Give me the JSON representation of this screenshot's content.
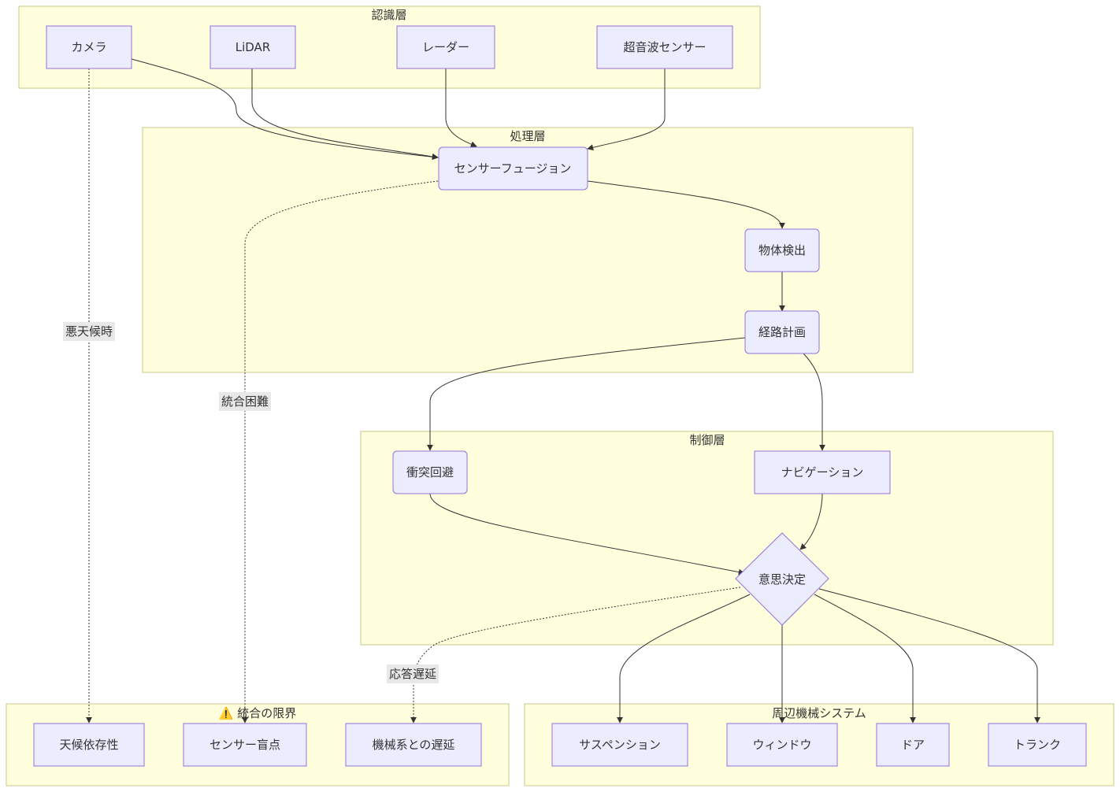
{
  "clusters": {
    "perception": "認識層",
    "processing": "処理層",
    "control": "制御層",
    "limits": "⚠️ 統合の限界",
    "peripheral": "周辺機械システム"
  },
  "nodes": {
    "camera": "カメラ",
    "lidar": "LiDAR",
    "radar": "レーダー",
    "ultrasonic": "超音波センサー",
    "fusion": "センサーフュージョン",
    "detection": "物体検出",
    "planning": "経路計画",
    "avoidance": "衝突回避",
    "navigation": "ナビゲーション",
    "decision": "意思決定",
    "weather": "天候依存性",
    "blindspot": "センサー盲点",
    "delay": "機械系との遅延",
    "suspension": "サスペンション",
    "window": "ウィンドウ",
    "door": "ドア",
    "trunk": "トランク"
  },
  "edge_labels": {
    "bad_weather": "悪天候時",
    "integration_difficulty": "統合困難",
    "response_delay": "応答遅延"
  },
  "colors": {
    "cluster_fill": "#ffffde",
    "cluster_stroke": "#c9c98a",
    "node_fill": "#ececff",
    "node_stroke": "#9370db",
    "edge": "#333333"
  }
}
